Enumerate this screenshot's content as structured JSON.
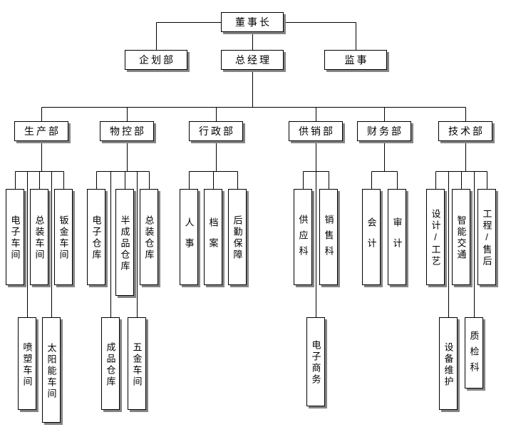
{
  "org": {
    "root": {
      "label": "董事长"
    },
    "executive": [
      {
        "label": "企划部"
      },
      {
        "label": "总经理"
      },
      {
        "label": "监事"
      }
    ],
    "departments": [
      {
        "label": "生产部",
        "row1": [
          "电子车间",
          "总装车间",
          "钣金车间"
        ],
        "row2": [
          "喷塑车间",
          "太阳能车间"
        ]
      },
      {
        "label": "物控部",
        "row1": [
          "电子仓库",
          "半成品仓库",
          "总装仓库"
        ],
        "row2": [
          "成品仓库",
          "五金车间"
        ]
      },
      {
        "label": "行政部",
        "row1": [
          "人事",
          "档案",
          "后勤保障"
        ],
        "row2": []
      },
      {
        "label": "供销部",
        "row1": [
          "供应科",
          "销售科"
        ],
        "row2": [
          "电子商务"
        ]
      },
      {
        "label": "财务部",
        "row1": [
          "会计",
          "审计"
        ],
        "row2": []
      },
      {
        "label": "技术部",
        "row1": [
          "设计/工艺",
          "智能交通",
          "工程/售后"
        ],
        "row2": [
          "设备维护",
          "质检科"
        ]
      }
    ]
  }
}
